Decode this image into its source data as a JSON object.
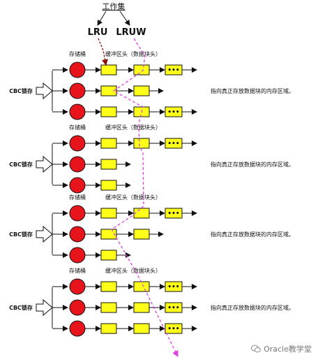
{
  "header": {
    "workset": "工作集",
    "lru": "LRU",
    "lruw": "LRUW"
  },
  "sections": [
    {
      "lock_label": "CBC锁存",
      "bucket_label": "存储桶",
      "buffer_label": "缓冲区头（数据块头）",
      "note": "指向真正存放数据块的内存区域。",
      "chains": [
        3,
        2,
        3
      ]
    },
    {
      "lock_label": "CBC锁存",
      "bucket_label": "存储桶",
      "buffer_label": "缓冲区头（数据块头）",
      "note": "指向真正存放数据块的内存区域。",
      "chains": [
        3,
        1,
        1
      ]
    },
    {
      "lock_label": "CBC锁存",
      "bucket_label": "存储桶",
      "buffer_label": "缓冲区头（数据块头）",
      "note": "指向真正存放数据块的内存区域。",
      "chains": [
        3,
        2,
        1
      ]
    },
    {
      "lock_label": "CBC锁存",
      "bucket_label": "存储桶",
      "buffer_label": "缓冲区头（数据块头）",
      "note": "指向真正存放数据块的内存区域。",
      "chains": [
        3,
        3,
        3
      ]
    }
  ],
  "ellipsis": "•••",
  "watermark": "Oracle教学堂",
  "colors": {
    "bucket": "#e8141c",
    "buffer": "#ffff1a",
    "lru_arrow": "#8b0a0a",
    "lruw_arrow": "#e040e0",
    "line": "#111111"
  }
}
